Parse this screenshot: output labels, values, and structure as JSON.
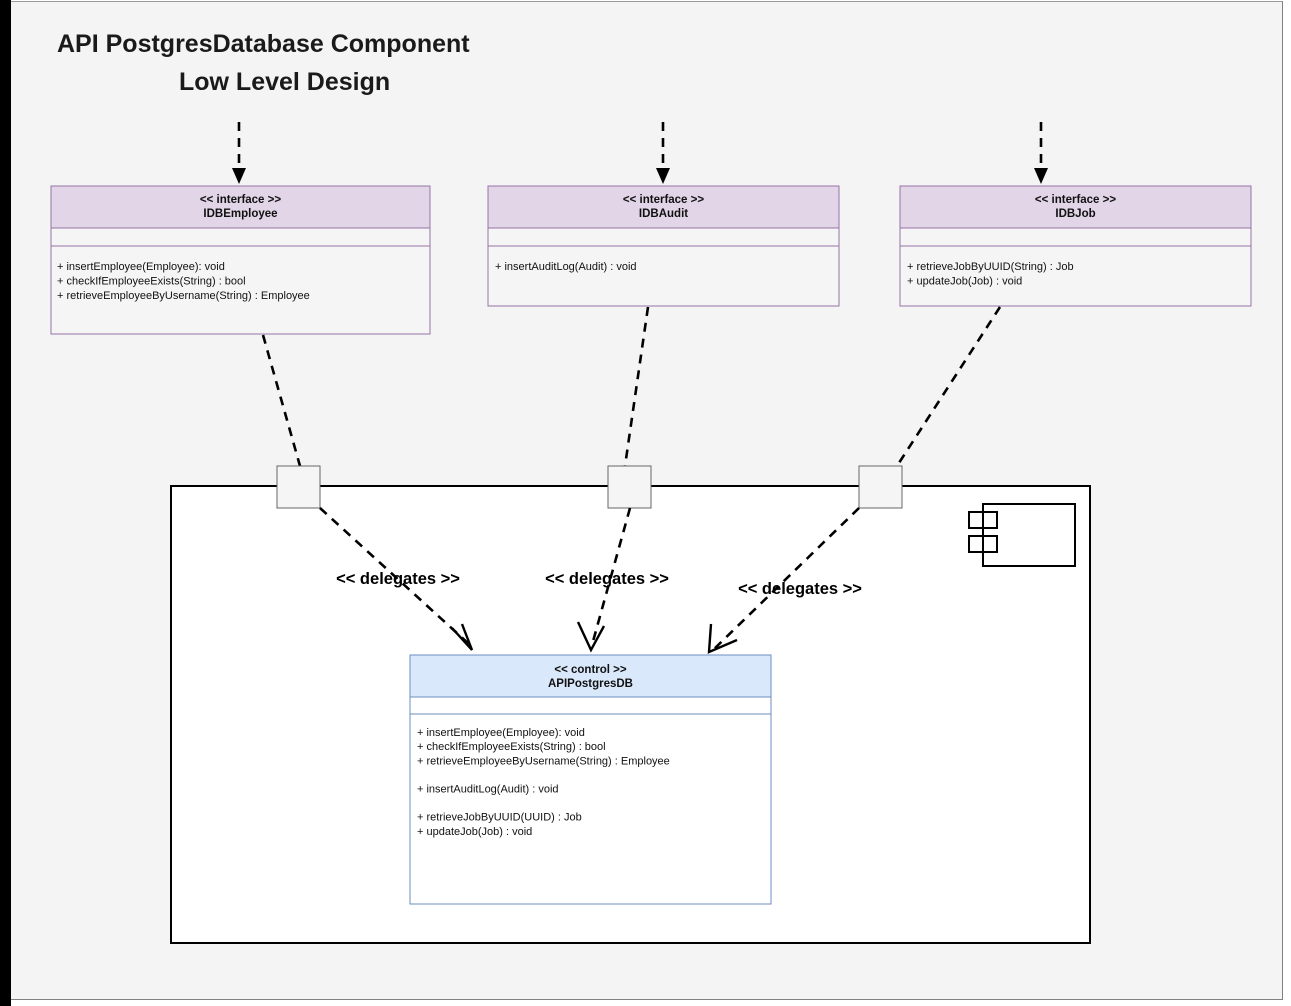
{
  "diagram": {
    "title_line1": "API PostgresDatabase Component",
    "title_line2": "Low Level Design",
    "colors": {
      "interface_header": "#e1d5e7",
      "interface_border": "#9673a6",
      "control_header": "#dae8fc",
      "control_border": "#6c8ebf",
      "canvas_background": "#f4f4f4",
      "component_background": "#ffffff",
      "port_fill": "#f5f5f5",
      "line": "#000000"
    }
  },
  "interfaces": [
    {
      "stereotype": "<< interface >>",
      "name": "IDBEmployee",
      "methods": [
        "+ insertEmployee(Employee): void",
        "+ checkIfEmployeeExists(String) : bool",
        "+ retrieveEmployeeByUsername(String) : Employee"
      ]
    },
    {
      "stereotype": "<< interface >>",
      "name": "IDBAudit",
      "methods": [
        "+ insertAuditLog(Audit) : void"
      ]
    },
    {
      "stereotype": "<< interface >>",
      "name": "IDBJob",
      "methods": [
        "+ retrieveJobByUUID(String) : Job",
        "+ updateJob(Job) : void"
      ]
    }
  ],
  "control": {
    "stereotype": "<< control >>",
    "name": "APIPostgresDB",
    "methods": [
      "+ insertEmployee(Employee): void",
      "+ checkIfEmployeeExists(String) : bool",
      "+ retrieveEmployeeByUsername(String) : Employee",
      "",
      "+ insertAuditLog(Audit) : void",
      "",
      "+ retrieveJobByUUID(UUID) : Job",
      "+ updateJob(Job) : void"
    ]
  },
  "connector_labels": [
    "<< delegates >>",
    "<< delegates >>",
    "<< delegates >>"
  ],
  "component_icon": {
    "name": "uml-component-icon"
  }
}
